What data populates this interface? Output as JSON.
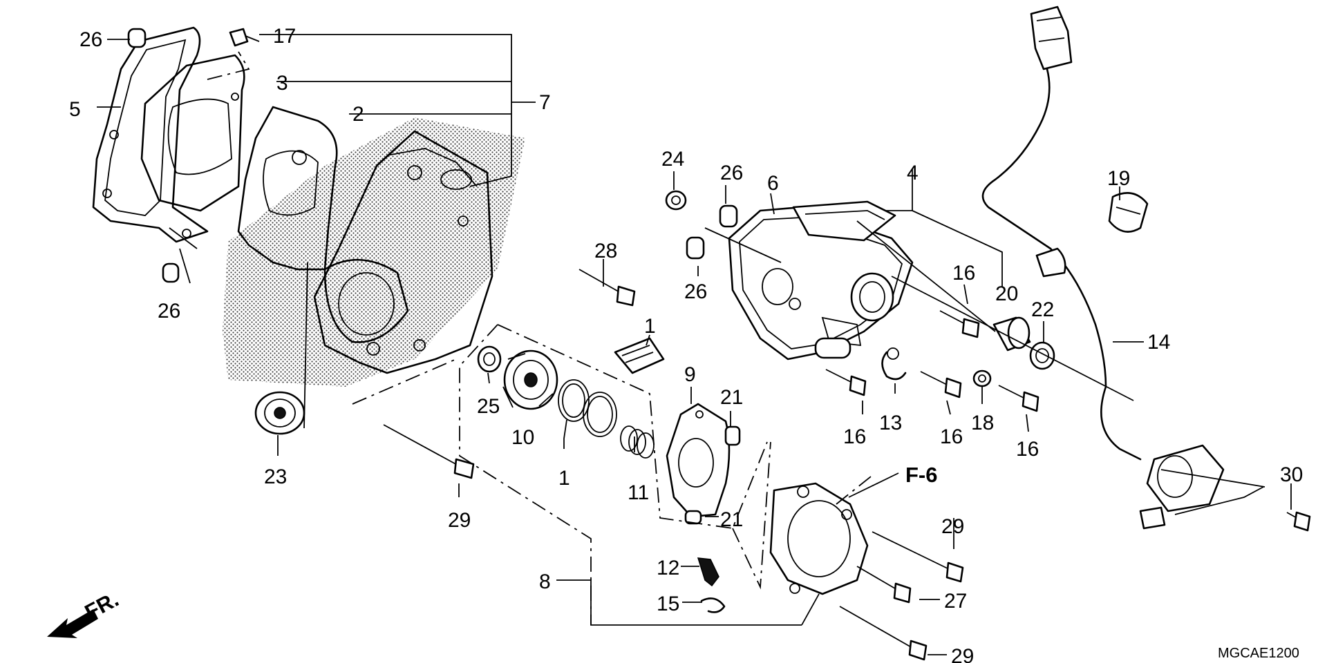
{
  "diagram_code": "MGCAE1200",
  "direction_label": "FR.",
  "page_reference": "F-6",
  "callouts": [
    "26",
    "17",
    "3",
    "5",
    "2",
    "7",
    "26",
    "28",
    "1",
    "25",
    "10",
    "1",
    "23",
    "29",
    "24",
    "26",
    "6",
    "4",
    "26",
    "9",
    "21",
    "21",
    "11",
    "12",
    "15",
    "8",
    "16",
    "20",
    "22",
    "16",
    "13",
    "16",
    "18",
    "16",
    "19",
    "14",
    "30",
    "29",
    "27",
    "29"
  ]
}
